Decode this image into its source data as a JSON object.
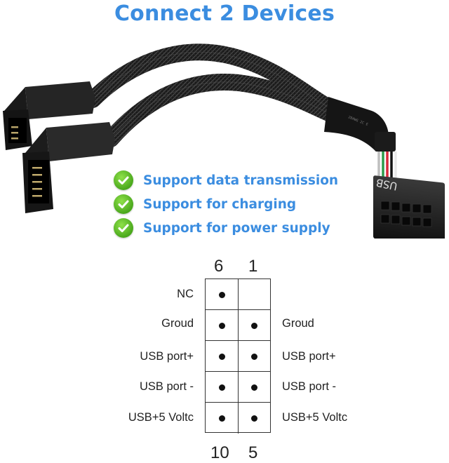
{
  "title": "Connect 2 Devices",
  "cable": {
    "connector_label": "USB"
  },
  "features": [
    {
      "text": "Support data transmission",
      "icon": "check-circle-icon"
    },
    {
      "text": "Support for charging",
      "icon": "check-circle-icon"
    },
    {
      "text": "Support for power supply",
      "icon": "check-circle-icon"
    }
  ],
  "pinout": {
    "top_left": "6",
    "top_right": "1",
    "bottom_left": "10",
    "bottom_right": "5",
    "rows": [
      {
        "left": "NC",
        "right": "",
        "left_pin": true,
        "right_pin": false
      },
      {
        "left": "Groud",
        "right": "Groud",
        "left_pin": true,
        "right_pin": true
      },
      {
        "left": "USB port+",
        "right": "USB port+",
        "left_pin": true,
        "right_pin": true
      },
      {
        "left": "USB port -",
        "right": "USB port -",
        "left_pin": true,
        "right_pin": true
      },
      {
        "left": "USB+5 Voltc",
        "right": "USB+5 Voltc",
        "left_pin": true,
        "right_pin": true
      }
    ]
  },
  "colors": {
    "accent": "#3b8de0",
    "check": "#5cbf25",
    "wire_red": "#d8283a",
    "wire_green": "#2e9a4a",
    "wire_white": "#eeeeee"
  }
}
